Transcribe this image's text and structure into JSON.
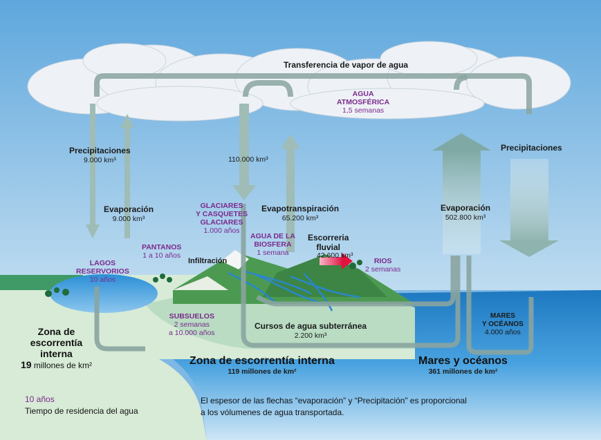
{
  "title": "Transferencia de vapor de agua",
  "atmosphere": {
    "name_line1": "AGUA",
    "name_line2": "ATMOSFÉRICA",
    "time": "1,5 semanas"
  },
  "flows": {
    "precip_left": {
      "label": "Precipitaciones",
      "value": "9.000 km³"
    },
    "evap_left": {
      "label": "Evaporación",
      "value": "9.000 km³"
    },
    "center_down": {
      "value": "110.000 km³"
    },
    "evapotrans": {
      "label": "Evapotranspiración",
      "value": "65.200 km³"
    },
    "precip_right": {
      "label": "Precipitaciones"
    },
    "evap_right": {
      "label": "Evaporación",
      "value": "502.800 km³"
    },
    "runoff": {
      "label_line1": "Escorreria",
      "label_line2": "fluvial",
      "value": "42.600 km³"
    },
    "groundwater": {
      "label": "Cursos de agua subterránea",
      "value": "2.200 km³"
    },
    "infiltration": {
      "label": "Infiltración"
    }
  },
  "reservoirs": {
    "glaciers": {
      "line1": "GLACIARES",
      "line2": "Y CASQUETES",
      "line3": "GLACIARES",
      "time": "1.000 años"
    },
    "biosphere": {
      "line1": "AGUA DE LA",
      "line2": "BIOSFERA",
      "time": "1 semana"
    },
    "swamps": {
      "name": "PANTANOS",
      "time": "1 a 10 años"
    },
    "lakes": {
      "line1": "LAGOS",
      "line2": "RESERVORIOS",
      "time": "10 años"
    },
    "rivers": {
      "name": "RIOS",
      "time": "2 semanas"
    },
    "subsoil": {
      "name": "SUBSUELOS",
      "time1": "2 semanas",
      "time2": "a 10.000 años"
    },
    "seas": {
      "line1": "MARES",
      "line2": "Y OCÉANOS",
      "time": "4.000 años"
    }
  },
  "zones": {
    "internal_left": {
      "line1": "Zona de",
      "line2": "escorrentía",
      "line3": "interna",
      "area_num": "19",
      "area_unit": "millones de km²"
    },
    "internal_center": {
      "name": "Zona de escorrentía interna",
      "area": "119 millones de km²"
    },
    "oceans": {
      "name": "Mares y océanos",
      "area": "361 millones de km²"
    }
  },
  "legend": {
    "sample": "10 años",
    "desc": "Tiempo de residencia del agua"
  },
  "footnote": {
    "line1": "El espesor de las flechas “evaporación” y “Precipitación” es proporcional",
    "line2": "a los vólumenes  de agua transportada."
  },
  "colors": {
    "purple": "#7a2a8c",
    "arrow": "#9fbcb6",
    "pipe": "#8aa4a0",
    "ocean": "#1f7fc4",
    "land": "#d7ebd6"
  }
}
